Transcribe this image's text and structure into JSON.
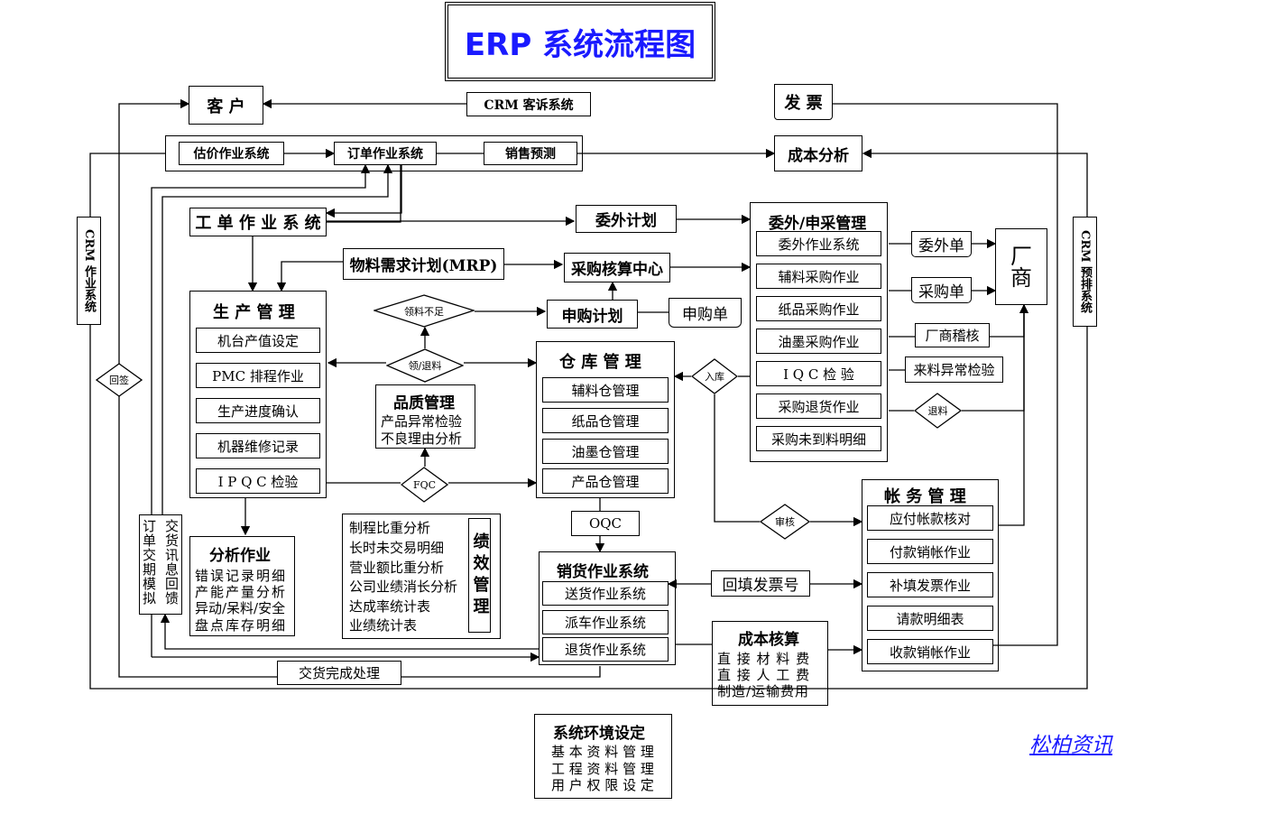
{
  "title": "ERP 系统流程图",
  "brand": "松柏资讯",
  "top": {
    "customer": "客 户",
    "crm_complaint": "CRM 客诉系统",
    "invoice": "发 票",
    "estimate": "估价作业系统",
    "order": "订单作业系统",
    "sales_forecast": "销售预测",
    "cost_analysis": "成本分析"
  },
  "side": {
    "crm_ops": "CRM 作业系统",
    "crm_schedule": "CRM 预排系统",
    "sign_back": "回签",
    "order_feedback": "订单交期模拟",
    "order_feedback2": "交货讯息回馈"
  },
  "work_order": "工 单 作 业 系 统",
  "outsource_plan": "委外计划",
  "mrp": "物料需求计划(MRP)",
  "purchase_center": "采购核算中心",
  "purchase_plan": "申购计划",
  "purchase_req": "申购单",
  "shortage": "领料不足",
  "issue_return": "领/退料",
  "inbound": "入库",
  "return_goods": "退料",
  "audit": "审核",
  "fqc": "FQC",
  "oqc": "OQC",
  "production": {
    "title": "生 产 管 理",
    "items": [
      "机台产值设定",
      "PMC 排程作业",
      "生产进度确认",
      "机器维修记录",
      "I P Q C 检验"
    ]
  },
  "quality": {
    "title": "品质管理",
    "items": [
      "产品异常检验",
      "不良理由分析"
    ]
  },
  "warehouse": {
    "title": "仓 库 管 理",
    "items": [
      "辅料仓管理",
      "纸品仓管理",
      "油墨仓管理",
      "产品仓管理"
    ]
  },
  "purchasing": {
    "title": "委外/申采管理",
    "items": [
      "委外作业系统",
      "辅料采购作业",
      "纸品采购作业",
      "油墨采购作业",
      "I Q C 检 验",
      "采购退货作业",
      "采购未到料明细"
    ]
  },
  "outsource_doc": "委外单",
  "purchase_doc": "采购单",
  "vendor": "厂\n商",
  "vendor_audit": "厂商稽核",
  "incoming_abnormal": "来料异常检验",
  "analysis": {
    "title": "分析作业",
    "items": [
      "错误记录明细",
      "产能产量分析",
      "异动/呆料/安全",
      "盘点库存明细"
    ]
  },
  "reports": {
    "items": [
      "制程比重分析",
      "长时未交易明细",
      "营业额比重分析",
      "公司业绩消长分析",
      "达成率统计表",
      "业绩统计表"
    ],
    "kpi": "绩效管理"
  },
  "sales": {
    "title": "销货作业系统",
    "items": [
      "送货作业系统",
      "派车作业系统",
      "退货作业系统"
    ]
  },
  "fill_invoice": "回填发票号",
  "delivery_done": "交货完成处理",
  "cost_calc": {
    "title": "成本核算",
    "items": [
      "直 接 材 料 费",
      "直 接 人 工 费",
      "制造/运输费用"
    ]
  },
  "accounting": {
    "title": "帐 务 管 理",
    "items": [
      "应付帐款核对",
      "付款销帐作业",
      "补填发票作业",
      "请款明细表",
      "收款销帐作业"
    ]
  },
  "env": {
    "title": "系统环境设定",
    "items": [
      "基 本 资 料 管 理",
      "工 程 资 料 管 理",
      "用 户 权 限 设 定"
    ]
  }
}
